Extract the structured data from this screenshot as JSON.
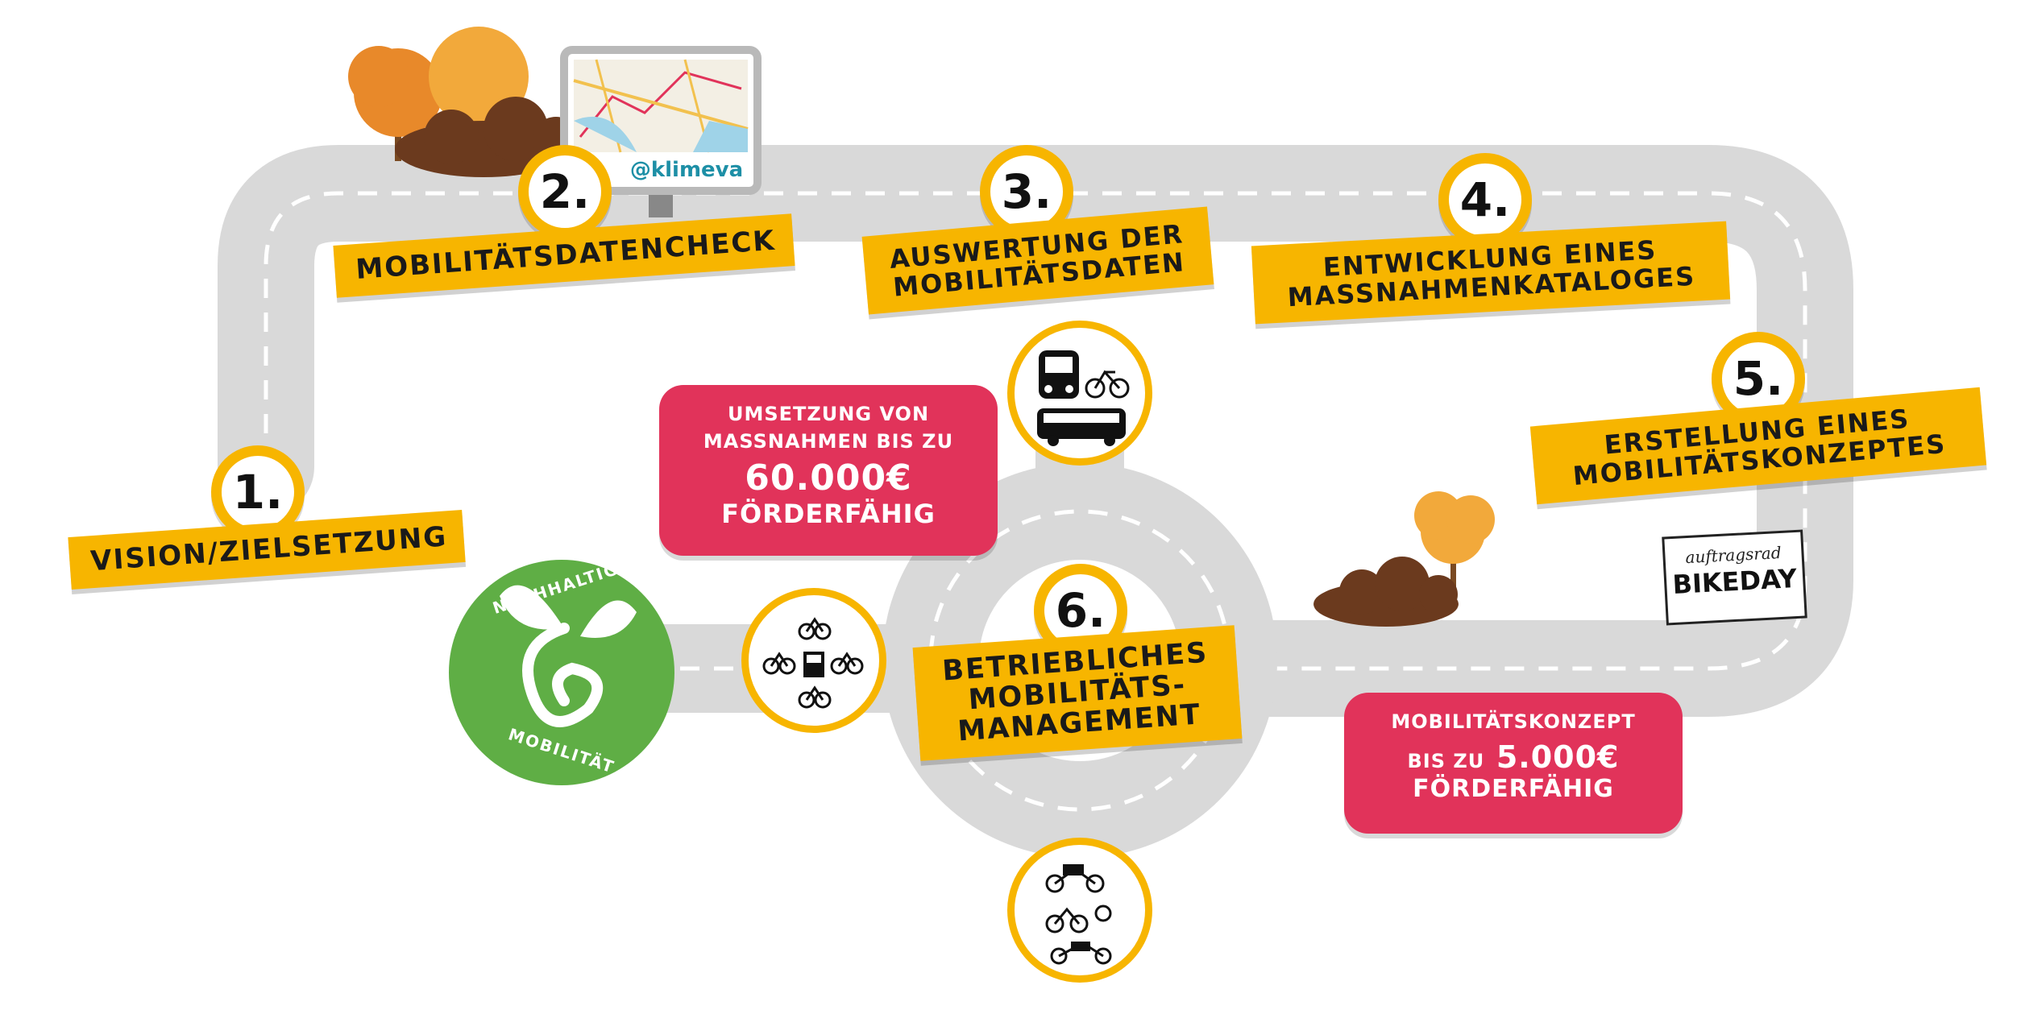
{
  "steps": [
    {
      "num": "1.",
      "lines": [
        "VISION/ZIELSETZUNG"
      ]
    },
    {
      "num": "2.",
      "lines": [
        "MOBILITÄTSDATENCHECK"
      ]
    },
    {
      "num": "3.",
      "lines": [
        "AUSWERTUNG DER",
        "MOBILITÄTSDATEN"
      ]
    },
    {
      "num": "4.",
      "lines": [
        "ENTWICKLUNG EINES",
        "MASSNAHMENKATALOGES"
      ]
    },
    {
      "num": "5.",
      "lines": [
        "ERSTELLUNG EINES",
        "MOBILITÄTSKONZEPTES"
      ]
    },
    {
      "num": "6.",
      "lines": [
        "BETRIEBLICHES",
        "MOBILITÄTS-",
        "MANAGEMENT"
      ]
    }
  ],
  "funding": {
    "measures": {
      "line1": "UMSETZUNG VON",
      "line2": "MASSNAHMEN BIS ZU",
      "amount": "60.000€",
      "line3": "FÖRDERFÄHIG"
    },
    "concept": {
      "line1": "MOBILITÄTSKONZEPT",
      "prefix": "BIS ZU",
      "amount": "5.000€",
      "line3": "FÖRDERFÄHIG"
    }
  },
  "logos": {
    "klimeva": "@klimeva",
    "bikeday_script": "auftragsrad",
    "bikeday": "BIKEDAY",
    "nachhaltige_top": "NACHHALTIGE",
    "nachhaltige_bottom": "MOBILITÄT"
  },
  "icons": {
    "transit": "train-bus-bike-icon",
    "bike_hub": "bike-sharing-station-icon",
    "cargo": "cargo-bike-icon",
    "leaf_plug": "leaf-plug-icon",
    "map": "map-screen-icon"
  },
  "colors": {
    "banner": "#f7b500",
    "road": "#d9d9d9",
    "road_dash": "#ffffff",
    "funding_box": "#e1335a",
    "green_badge": "#5fae45",
    "tree_orange": "#e8892a",
    "tree_light": "#f2a93b",
    "bush_brown": "#6b3a1e"
  }
}
